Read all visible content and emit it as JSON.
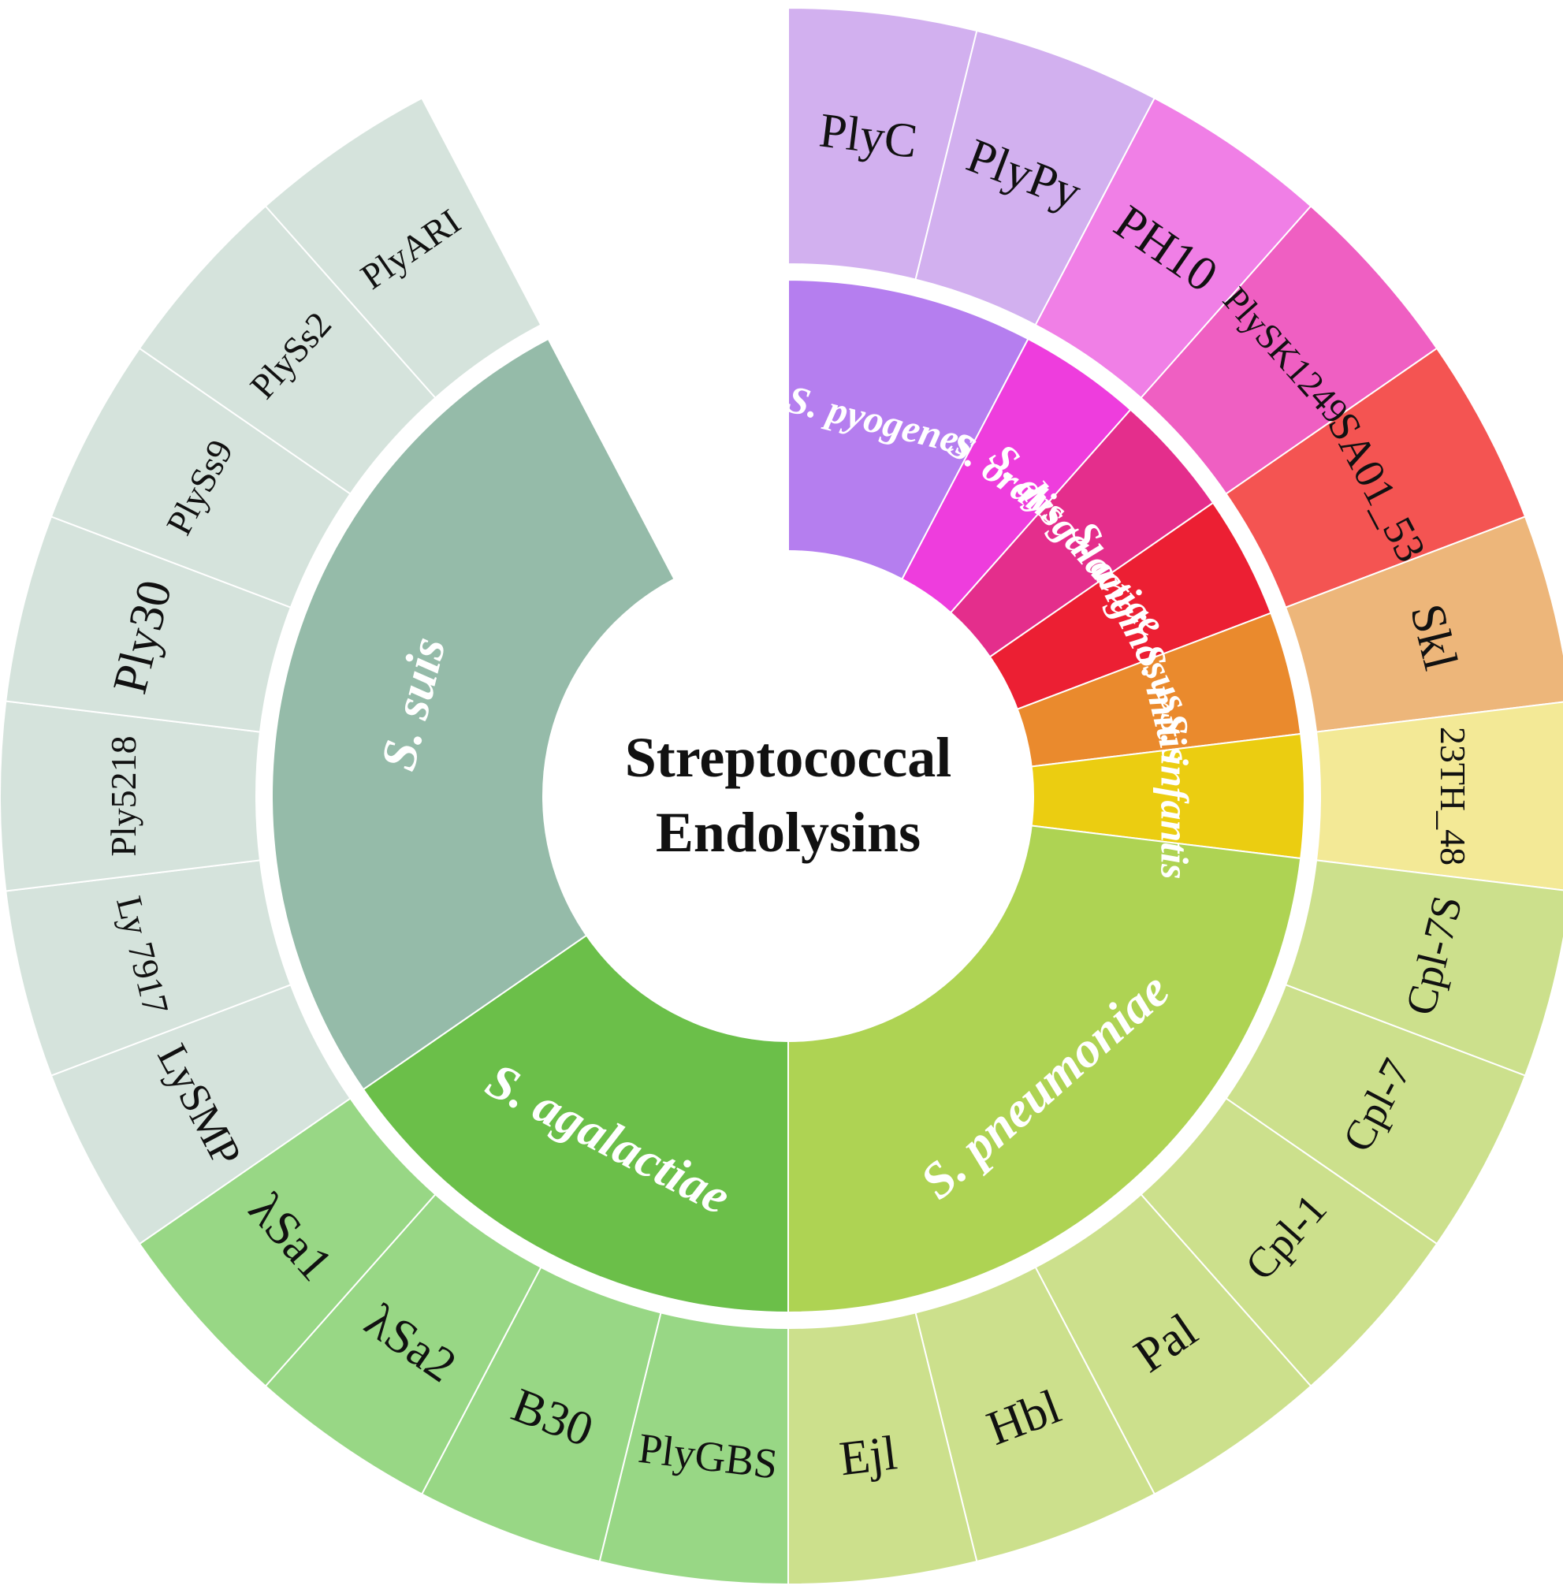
{
  "center_title": [
    "Streptococcal",
    "Endolysins"
  ],
  "groups": [
    {
      "species": "S. pyogenes",
      "inner_color": "#b57eef",
      "outer_color": "#d2b0ef",
      "enzymes": [
        {
          "name": "PlyC",
          "size": "large"
        },
        {
          "name": "PlyPy",
          "size": "large"
        }
      ]
    },
    {
      "species": "S. oralis",
      "inner_color": "#ee3ddd",
      "outer_color": "#f07fe6",
      "enzymes": [
        {
          "name": "PH10",
          "size": "large"
        }
      ]
    },
    {
      "species": "S. dysgalactiae",
      "inner_color": "#e42e8c",
      "outer_color": "#ef5fc2",
      "enzymes": [
        {
          "name": "PlySK1249",
          "size": "small"
        }
      ]
    },
    {
      "species": "S. anginosus",
      "inner_color": "#ec1f33",
      "outer_color": "#f45452",
      "enzymes": [
        {
          "name": "SA01_53",
          "size": "medium"
        }
      ]
    },
    {
      "species": "S. mitis",
      "inner_color": "#ea8a2d",
      "outer_color": "#edb67a",
      "enzymes": [
        {
          "name": "Skl",
          "size": "large"
        }
      ]
    },
    {
      "species": "S. infantis",
      "inner_color": "#ebcd11",
      "outer_color": "#f3e996",
      "enzymes": [
        {
          "name": "23TH_48",
          "size": "small"
        }
      ]
    },
    {
      "species": "S. pneumoniae",
      "inner_color": "#aed353",
      "outer_color": "#cce08c",
      "enzymes": [
        {
          "name": "Cpl-7S",
          "size": "medium"
        },
        {
          "name": "Cpl-7",
          "size": "medium"
        },
        {
          "name": "Cpl-1",
          "size": "medium"
        },
        {
          "name": "Pal",
          "size": "large"
        },
        {
          "name": "Hbl",
          "size": "large"
        },
        {
          "name": "Ejl",
          "size": "large"
        }
      ]
    },
    {
      "species": "S. agalactiae",
      "inner_color": "#6bbf49",
      "outer_color": "#98d785",
      "enzymes": [
        {
          "name": "PlyGBS",
          "size": "medium"
        },
        {
          "name": "B30",
          "size": "large"
        },
        {
          "name": "λSa2",
          "size": "large"
        },
        {
          "name": "λSa1",
          "size": "large"
        }
      ]
    },
    {
      "species": "S. suis",
      "inner_color": "#95bba9",
      "outer_color": "#d5e3dc",
      "enzymes": [
        {
          "name": "LySMP",
          "size": "medium"
        },
        {
          "name": "Ly 7917",
          "size": "small"
        },
        {
          "name": "Ply5218",
          "size": "small"
        },
        {
          "name": "Ply30",
          "size": "large"
        },
        {
          "name": "PlySs9",
          "size": "small"
        },
        {
          "name": "PlySs2",
          "size": "small"
        },
        {
          "name": "PlyARI",
          "size": "small"
        }
      ]
    }
  ]
}
